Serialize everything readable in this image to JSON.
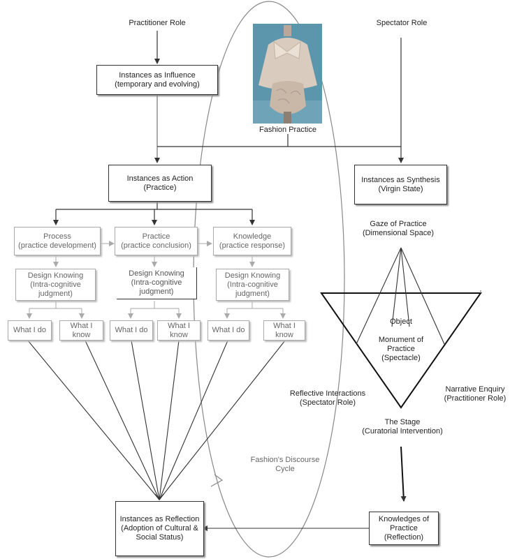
{
  "roles": {
    "practitioner": "Practitioner Role",
    "spectator": "Spectator Role"
  },
  "photo_caption": "Fashion Practice",
  "boxes": {
    "influence": {
      "l1": "Instances as Influence",
      "l2": "(temporary and evolving)"
    },
    "action": {
      "l1": "Instances as Action",
      "l2": "(Practice)"
    },
    "synthesis": {
      "l1": "Instances as Synthesis",
      "l2": "(Virgin State)"
    },
    "process": {
      "l1": "Process",
      "l2": "(practice development)"
    },
    "practice": {
      "l1": "Practice",
      "l2": "(practice conclusion)"
    },
    "knowledge": {
      "l1": "Knowledge",
      "l2": "(practice response)"
    },
    "dk1": {
      "l1": "Design Knowing",
      "l2": "(Intra-cognitive",
      "l3": "judgment)"
    },
    "dk2": {
      "l1": "Design Knowing",
      "l2": "(Intra-cognitive",
      "l3": "judgment)"
    },
    "dk3": {
      "l1": "Design Knowing",
      "l2": "(Intra-cognitive",
      "l3": "judgment)"
    },
    "what_do": "What I do",
    "what_know_l1": "What I",
    "what_know_l2": "know",
    "reflection": {
      "l1": "Instances as Reflection",
      "l2": "(Adoption of Cultural &",
      "l3": "Social Status)"
    },
    "knowledges": {
      "l1": "Knowledges of",
      "l2": "Practice",
      "l3": "(Reflection)"
    }
  },
  "labels": {
    "gaze": {
      "l1": "Gaze of Practice",
      "l2": "(Dimensional Space)"
    },
    "object": "Object",
    "monument": {
      "l1": "Monument of",
      "l2": "Practice",
      "l3": "(Spectacle)"
    },
    "reflective": {
      "l1": "Reflective Interactions",
      "l2": "(Spectator Role)"
    },
    "narrative": {
      "l1": "Narrative Enquiry",
      "l2": "(Practitioner Role)"
    },
    "stage": {
      "l1": "The Stage",
      "l2": "(Curatorial Intervention)"
    },
    "discourse": {
      "l1": "Fashion's Discourse",
      "l2": "Cycle"
    }
  }
}
